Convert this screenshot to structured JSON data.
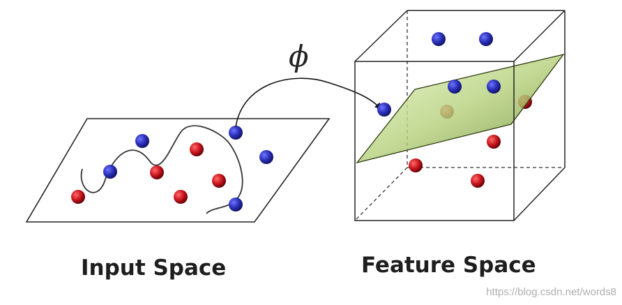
{
  "labels": {
    "input_space": "Input Space",
    "feature_space": "Feature Space",
    "mapping_symbol": "ϕ"
  },
  "watermark": "https://blog.csdn.net/words8",
  "colors": {
    "blue_point": "#2a2fb8",
    "red_point": "#c8141c",
    "hyperplane": "#b7d27f",
    "outline": "#222222",
    "dashed_edge": "#333333",
    "background": "#ffffff"
  }
}
